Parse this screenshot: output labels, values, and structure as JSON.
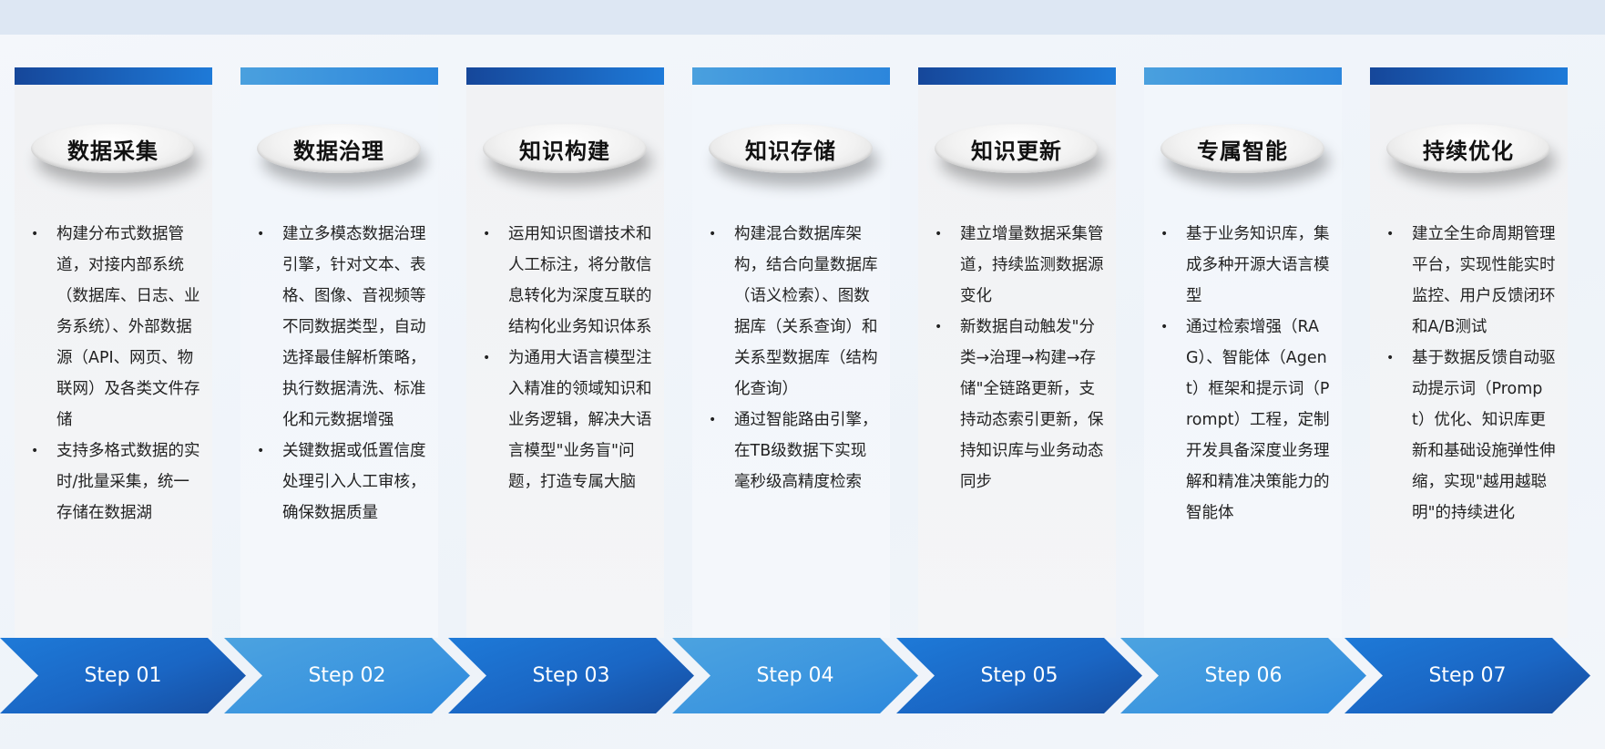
{
  "steps": [
    {
      "title": "数据采集",
      "step": "Step 01",
      "bullets": [
        "构建分布式数据管道，对接内部系统（数据库、日志、业务系统）、外部数据源（API、网页、物联网）及各类文件存储",
        "支持多格式数据的实时/批量采集，统一存储在数据湖"
      ]
    },
    {
      "title": "数据治理",
      "step": "Step 02",
      "bullets": [
        "建立多模态数据治理引擎，针对文本、表格、图像、音视频等不同数据类型，自动选择最佳解析策略，执行数据清洗、标准化和元数据增强",
        "关键数据或低置信度处理引入人工审核，确保数据质量"
      ]
    },
    {
      "title": "知识构建",
      "step": "Step 03",
      "bullets": [
        "运用知识图谱技术和人工标注，将分散信息转化为深度互联的结构化业务知识体系",
        "为通用大语言模型注入精准的领域知识和业务逻辑，解决大语言模型\"业务盲\"问题，打造专属大脑"
      ]
    },
    {
      "title": "知识存储",
      "step": "Step 04",
      "bullets": [
        "构建混合数据库架构，结合向量数据库（语义检索）、图数据库（关系查询）和关系型数据库（结构化查询）",
        "通过智能路由引擎，在TB级数据下实现毫秒级高精度检索"
      ]
    },
    {
      "title": "知识更新",
      "step": "Step 05",
      "bullets": [
        "建立增量数据采集管道，持续监测数据源变化",
        "新数据自动触发\"分类→治理→构建→存储\"全链路更新，支持动态索引更新，保持知识库与业务动态同步"
      ]
    },
    {
      "title": "专属智能",
      "step": "Step 06",
      "bullets": [
        "基于业务知识库，集成多种开源大语言模型",
        "通过检索增强（RAG）、智能体（Agent）框架和提示词（Prompt）工程，定制开发具备深度业务理解和精准决策能力的智能体"
      ]
    },
    {
      "title": "持续优化",
      "step": "Step 07",
      "bullets": [
        "建立全生命周期管理平台，实现性能实时监控、用户反馈闭环和A/B测试",
        "基于数据反馈自动驱动提示词（Prompt）优化、知识库更新和基础设施弹性伸缩，实现\"越用越聪明\"的持续进化"
      ]
    }
  ],
  "colors": {
    "dark": "#1a66c4",
    "light": "#3b95df",
    "background": "#eef3f9"
  }
}
